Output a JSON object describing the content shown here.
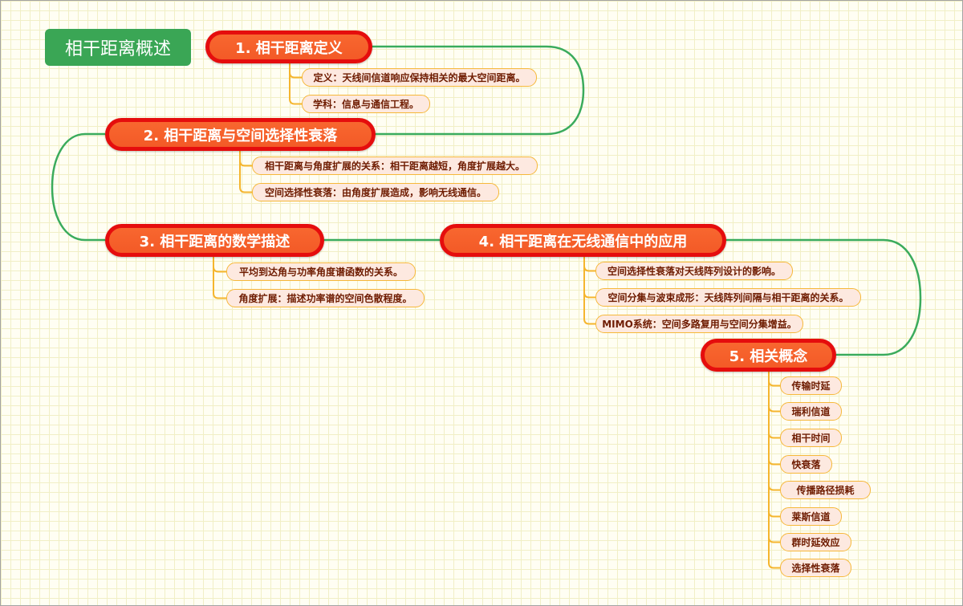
{
  "title": "相干距离概述",
  "branches": [
    {
      "label": "1. 相干距离定义",
      "children": [
        "定义：天线间信道响应保持相关的最大空间距离。",
        "学科：信息与通信工程。"
      ]
    },
    {
      "label": "2. 相干距离与空间选择性衰落",
      "children": [
        "相干距离与角度扩展的关系：相干距离越短，角度扩展越大。",
        "空间选择性衰落：由角度扩展造成，影响无线通信。"
      ]
    },
    {
      "label": "3. 相干距离的数学描述",
      "children": [
        "平均到达角与功率角度谱函数的关系。",
        "角度扩展：描述功率谱的空间色散程度。"
      ]
    },
    {
      "label": "4. 相干距离在无线通信中的应用",
      "children": [
        "空间选择性衰落对天线阵列设计的影响。",
        "空间分集与波束成形：天线阵列间隔与相干距离的关系。",
        "MIMO系统：空间多路复用与空间分集增益。"
      ]
    },
    {
      "label": "5. 相关概念",
      "children": [
        "传输时延",
        "瑞利信道",
        "相干时间",
        "快衰落",
        "传播路径损耗",
        "莱斯信道",
        "群时延效应",
        "选择性衰落"
      ]
    }
  ],
  "colors": {
    "bg": "#fffef3",
    "grid": "#f1efc6",
    "root-fill": "#3aa655",
    "branch-fill": "#f35a27",
    "branch-border": "#e50d0d",
    "sub-fill": "#fde9e0",
    "sub-border": "#f6b83a",
    "sub-text": "#6e1b00",
    "main-connector": "#3aab5c",
    "sub-connector": "#f5b52e"
  }
}
